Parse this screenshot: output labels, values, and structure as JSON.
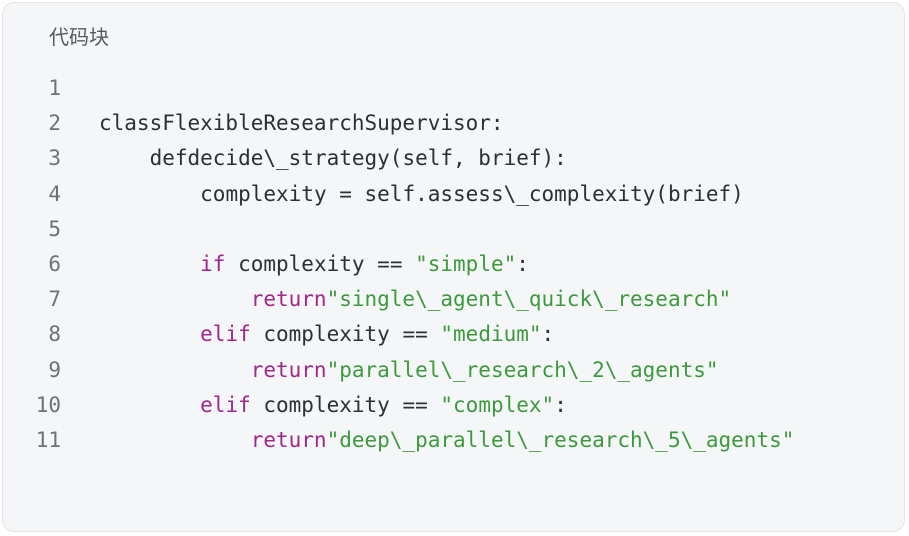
{
  "header": {
    "title": "代码块"
  },
  "colors": {
    "background": "#f5f6f8",
    "border": "#e3e5e8",
    "keyword": "#a0268c",
    "string": "#3c9a3c",
    "text": "#2b2f36",
    "line_number": "#6c717a"
  },
  "lines": [
    {
      "number": "1",
      "indent": "",
      "tokens": []
    },
    {
      "number": "2",
      "indent": "",
      "tokens": [
        {
          "type": "plain",
          "text": "classFlexibleResearchSupervisor:"
        }
      ]
    },
    {
      "number": "3",
      "indent": "    ",
      "tokens": [
        {
          "type": "plain",
          "text": "defdecide\\_strategy(self, brief):"
        }
      ]
    },
    {
      "number": "4",
      "indent": "        ",
      "tokens": [
        {
          "type": "plain",
          "text": "complexity = self.assess\\_complexity(brief)"
        }
      ]
    },
    {
      "number": "5",
      "indent": "",
      "tokens": []
    },
    {
      "number": "6",
      "indent": "        ",
      "tokens": [
        {
          "type": "kw",
          "text": "if"
        },
        {
          "type": "plain",
          "text": " complexity == "
        },
        {
          "type": "str",
          "text": "\"simple\""
        },
        {
          "type": "plain",
          "text": ":"
        }
      ]
    },
    {
      "number": "7",
      "indent": "            ",
      "tokens": [
        {
          "type": "kw",
          "text": "return"
        },
        {
          "type": "str",
          "text": "\"single\\_agent\\_quick\\_research\""
        }
      ]
    },
    {
      "number": "8",
      "indent": "        ",
      "tokens": [
        {
          "type": "kw",
          "text": "elif"
        },
        {
          "type": "plain",
          "text": " complexity == "
        },
        {
          "type": "str",
          "text": "\"medium\""
        },
        {
          "type": "plain",
          "text": ":"
        }
      ]
    },
    {
      "number": "9",
      "indent": "            ",
      "tokens": [
        {
          "type": "kw",
          "text": "return"
        },
        {
          "type": "str",
          "text": "\"parallel\\_research\\_2\\_agents\""
        }
      ]
    },
    {
      "number": "10",
      "indent": "        ",
      "tokens": [
        {
          "type": "kw",
          "text": "elif"
        },
        {
          "type": "plain",
          "text": " complexity == "
        },
        {
          "type": "str",
          "text": "\"complex\""
        },
        {
          "type": "plain",
          "text": ":"
        }
      ]
    },
    {
      "number": "11",
      "indent": "            ",
      "tokens": [
        {
          "type": "kw",
          "text": "return"
        },
        {
          "type": "str",
          "text": "\"deep\\_parallel\\_research\\_5\\_agents\""
        }
      ]
    }
  ]
}
